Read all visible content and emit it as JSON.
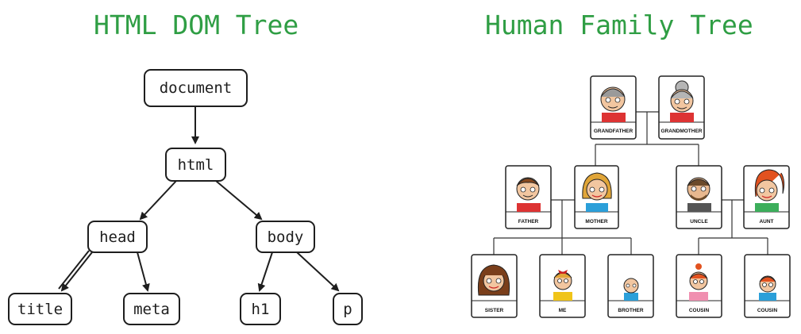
{
  "titles": {
    "dom": "HTML DOM Tree",
    "family": "Human Family Tree"
  },
  "colors": {
    "title": "#2f9e44",
    "stroke": "#1e1e1e"
  },
  "dom_tree": {
    "document": "document",
    "html": "html",
    "head": "head",
    "body": "body",
    "title": "title",
    "meta": "meta",
    "h1": "h1",
    "p": "p"
  },
  "family_tree": {
    "grandfather": "GRANDFATHER",
    "grandmother": "GRANDMOTHER",
    "father": "FATHER",
    "mother": "MOTHER",
    "uncle": "UNCLE",
    "aunt": "AUNT",
    "sister": "SISTER",
    "me": "ME",
    "brother": "BROTHER",
    "cousin1": "COUSIN",
    "cousin2": "COUSIN"
  }
}
